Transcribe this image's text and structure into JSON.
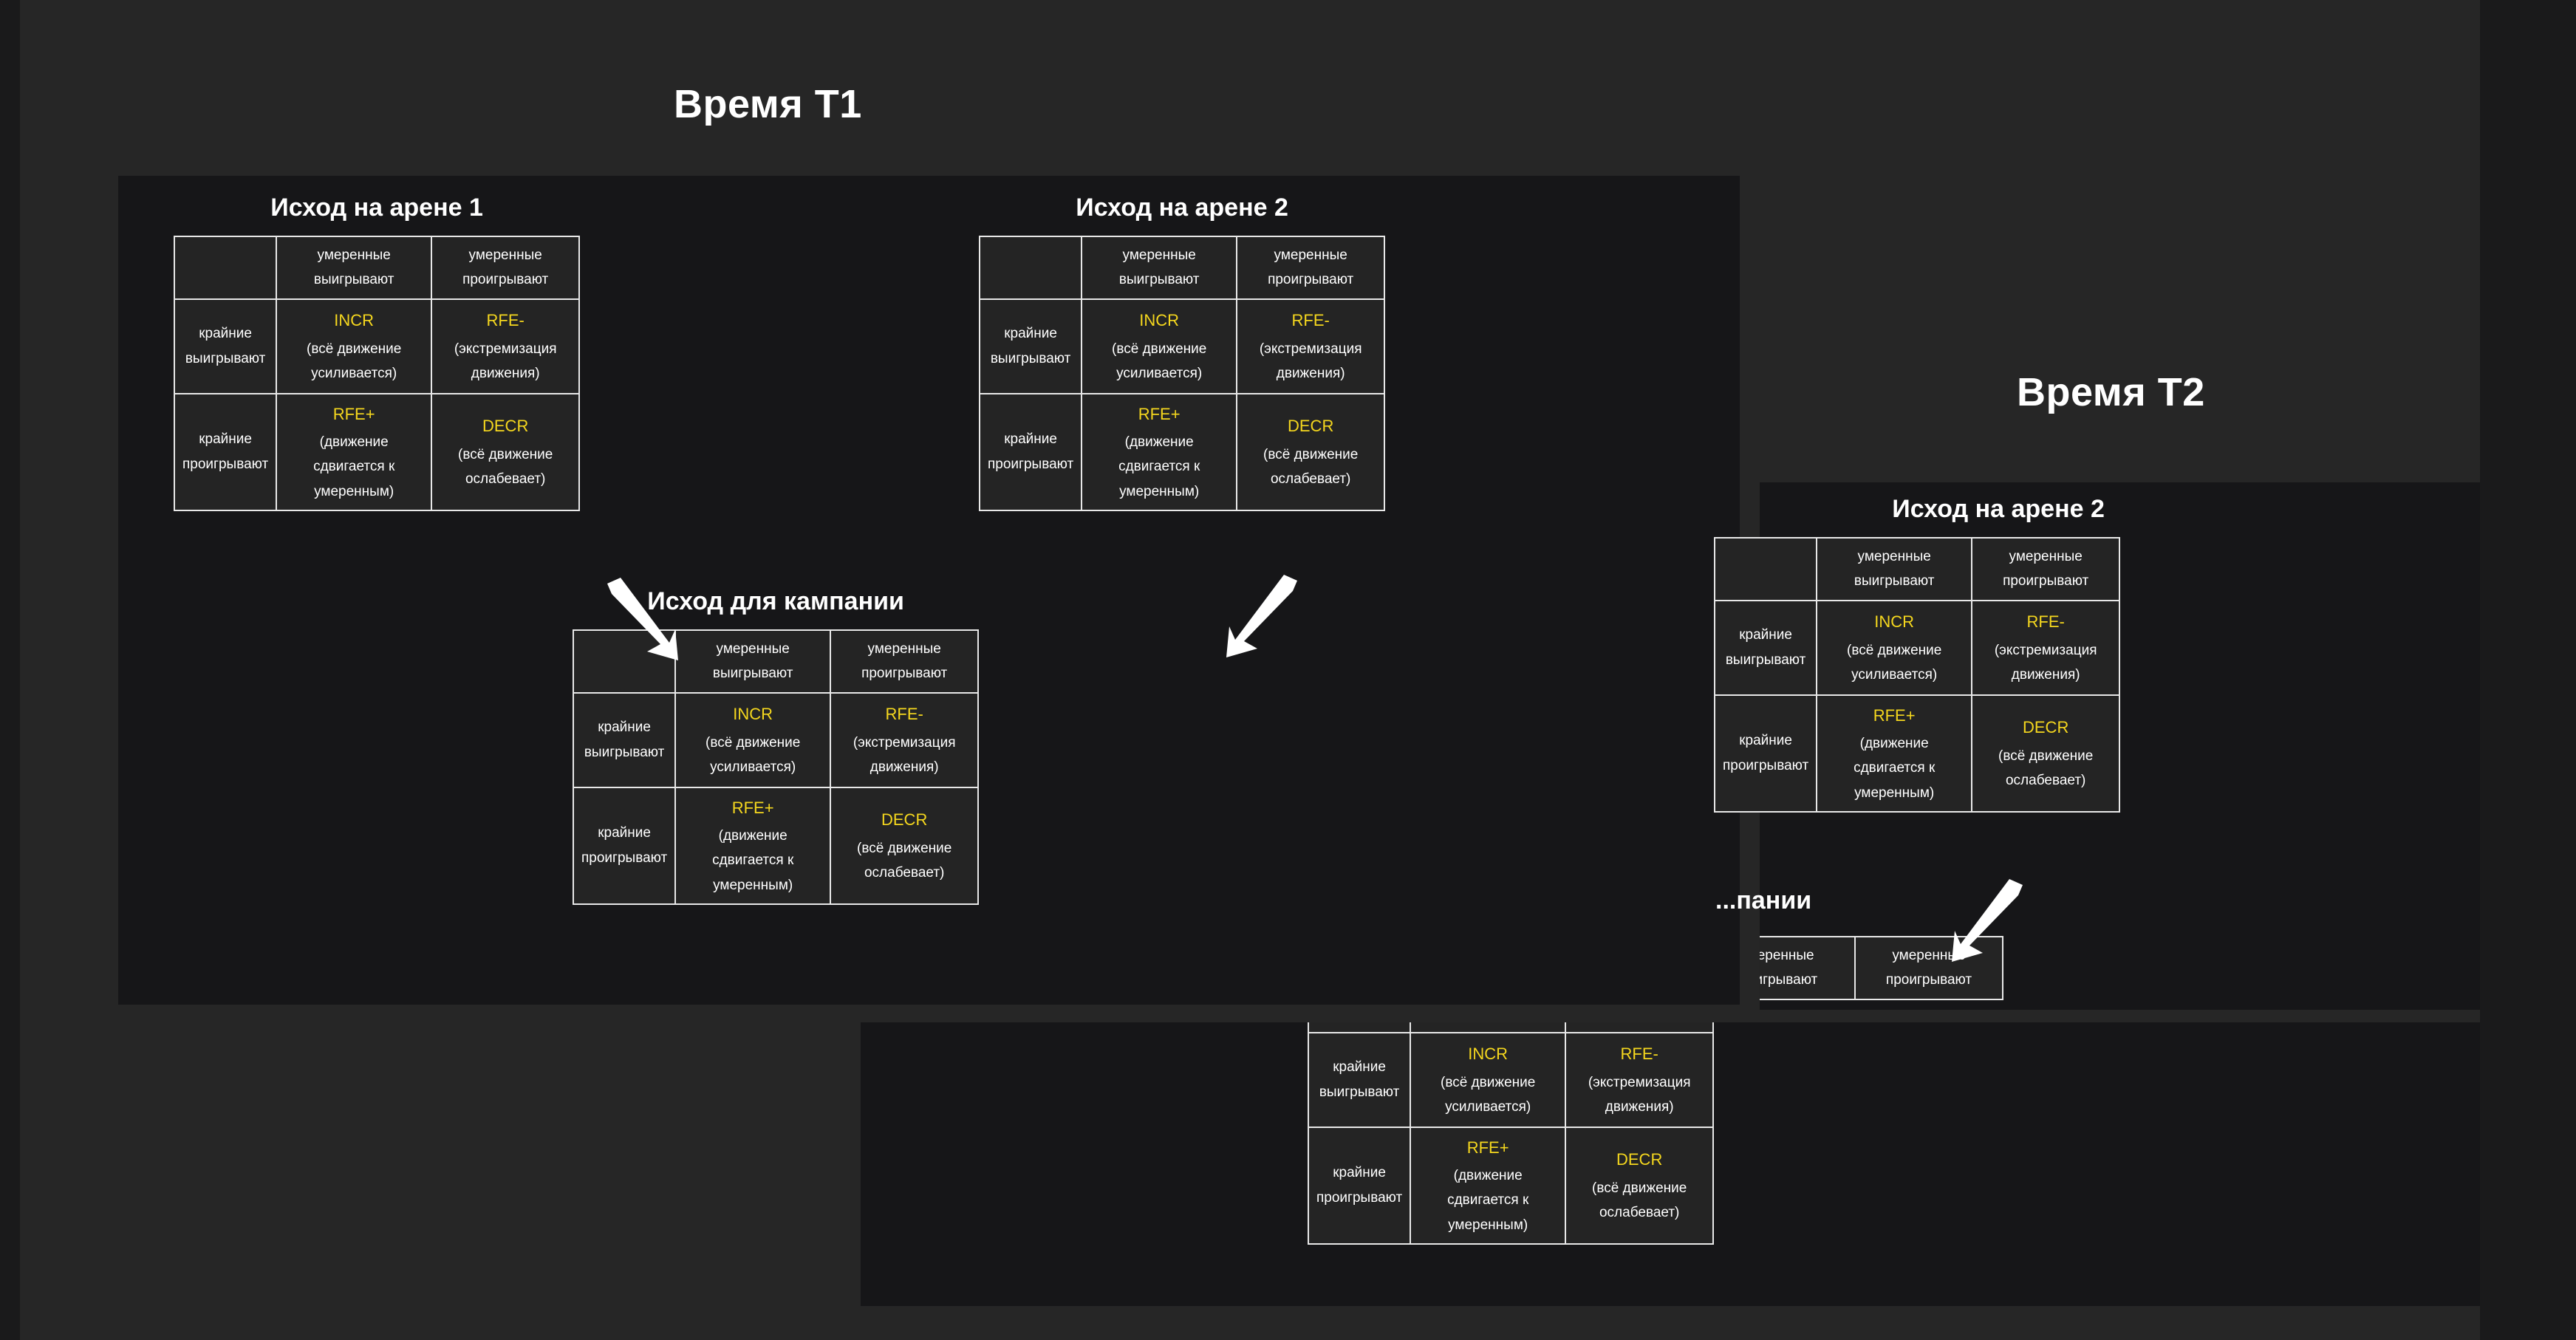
{
  "slide": {
    "background_color": "#262626",
    "panel_color": "#161618",
    "accent_color": "#f5d71e",
    "border_color": "#e8e8e8",
    "text_color": "#ffffff"
  },
  "titles": {
    "t1": "Время T1",
    "t2": "Время T2"
  },
  "matrix_titles": {
    "arena1": "Исход на арене 1",
    "arena2": "Исход на арене 2",
    "campaign": "Исход для кампании",
    "campaign_clipped": "...пании"
  },
  "headers": {
    "corner": "",
    "col1": "умеренные выигрывают",
    "col2": "умеренные проигрывают",
    "row1": "крайние выигрывают",
    "row2": "крайние проигрывают",
    "row1_clipped": "...райние ...грывают",
    "row2_clipped": "...райние ...игрывают"
  },
  "cells": {
    "incr": {
      "code": "INCR",
      "desc": "(всё движение усиливается)"
    },
    "rfe_minus": {
      "code": "RFE-",
      "desc": "(экстремизация движения)"
    },
    "rfe_plus": {
      "code": "RFE+",
      "desc": "(движение сдвигается к умеренным)"
    },
    "decr": {
      "code": "DECR",
      "desc": "(всё движение ослабевает)"
    }
  },
  "arrows": {
    "left": "arrow-down-right",
    "right": "arrow-down-left",
    "t2": "arrow-down-left"
  }
}
